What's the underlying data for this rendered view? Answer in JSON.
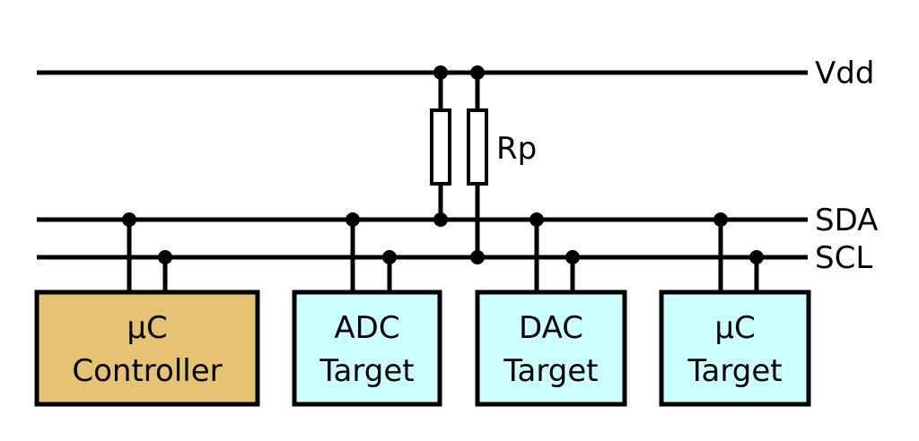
{
  "title": "I2C bus topology",
  "buses": [
    {
      "id": "vdd",
      "label": "Vdd"
    },
    {
      "id": "sda",
      "label": "SDA"
    },
    {
      "id": "scl",
      "label": "SCL"
    }
  ],
  "resistor_label": "Rp",
  "devices": [
    {
      "line1": "μC",
      "line2": "Controller",
      "fill": "#e5c372",
      "role": "controller"
    },
    {
      "line1": "ADC",
      "line2": "Target",
      "fill": "#ccffff",
      "role": "target"
    },
    {
      "line1": "DAC",
      "line2": "Target",
      "fill": "#ccffff",
      "role": "target"
    },
    {
      "line1": "μC",
      "line2": "Target",
      "fill": "#ccffff",
      "role": "target"
    }
  ]
}
